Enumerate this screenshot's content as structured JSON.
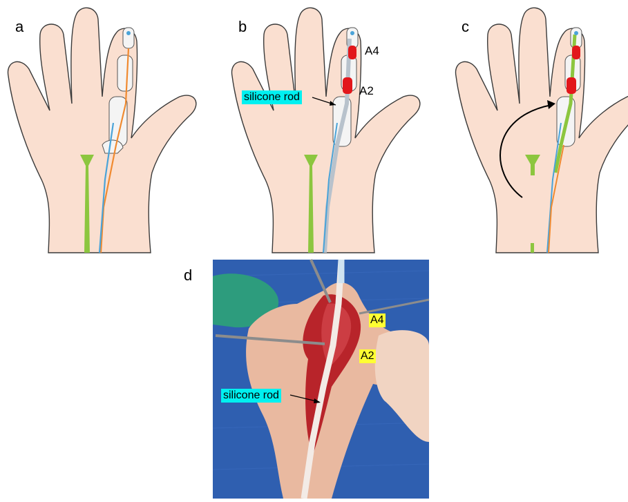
{
  "panels": {
    "a": {
      "letter": "a"
    },
    "b": {
      "letter": "b",
      "annotations": {
        "a4": "A4",
        "a2": "A2",
        "rod": "silicone rod"
      }
    },
    "c": {
      "letter": "c"
    },
    "d": {
      "letter": "d",
      "annotations": {
        "a4": "A4",
        "a2": "A2",
        "rod": "silicone rod"
      }
    }
  },
  "colors": {
    "skin": "#fadfd0",
    "outline": "#3a3a3a",
    "bone": "#f2f2f2",
    "tendon_green": "#8cc63f",
    "tendon_orange": "#f08a30",
    "tendon_blue": "#4aa3d8",
    "pulley_red": "#e2161b",
    "highlight_cyan": "#00f0f0",
    "highlight_yellow": "#ffff33",
    "drape_blue": "#2f5fb0"
  }
}
